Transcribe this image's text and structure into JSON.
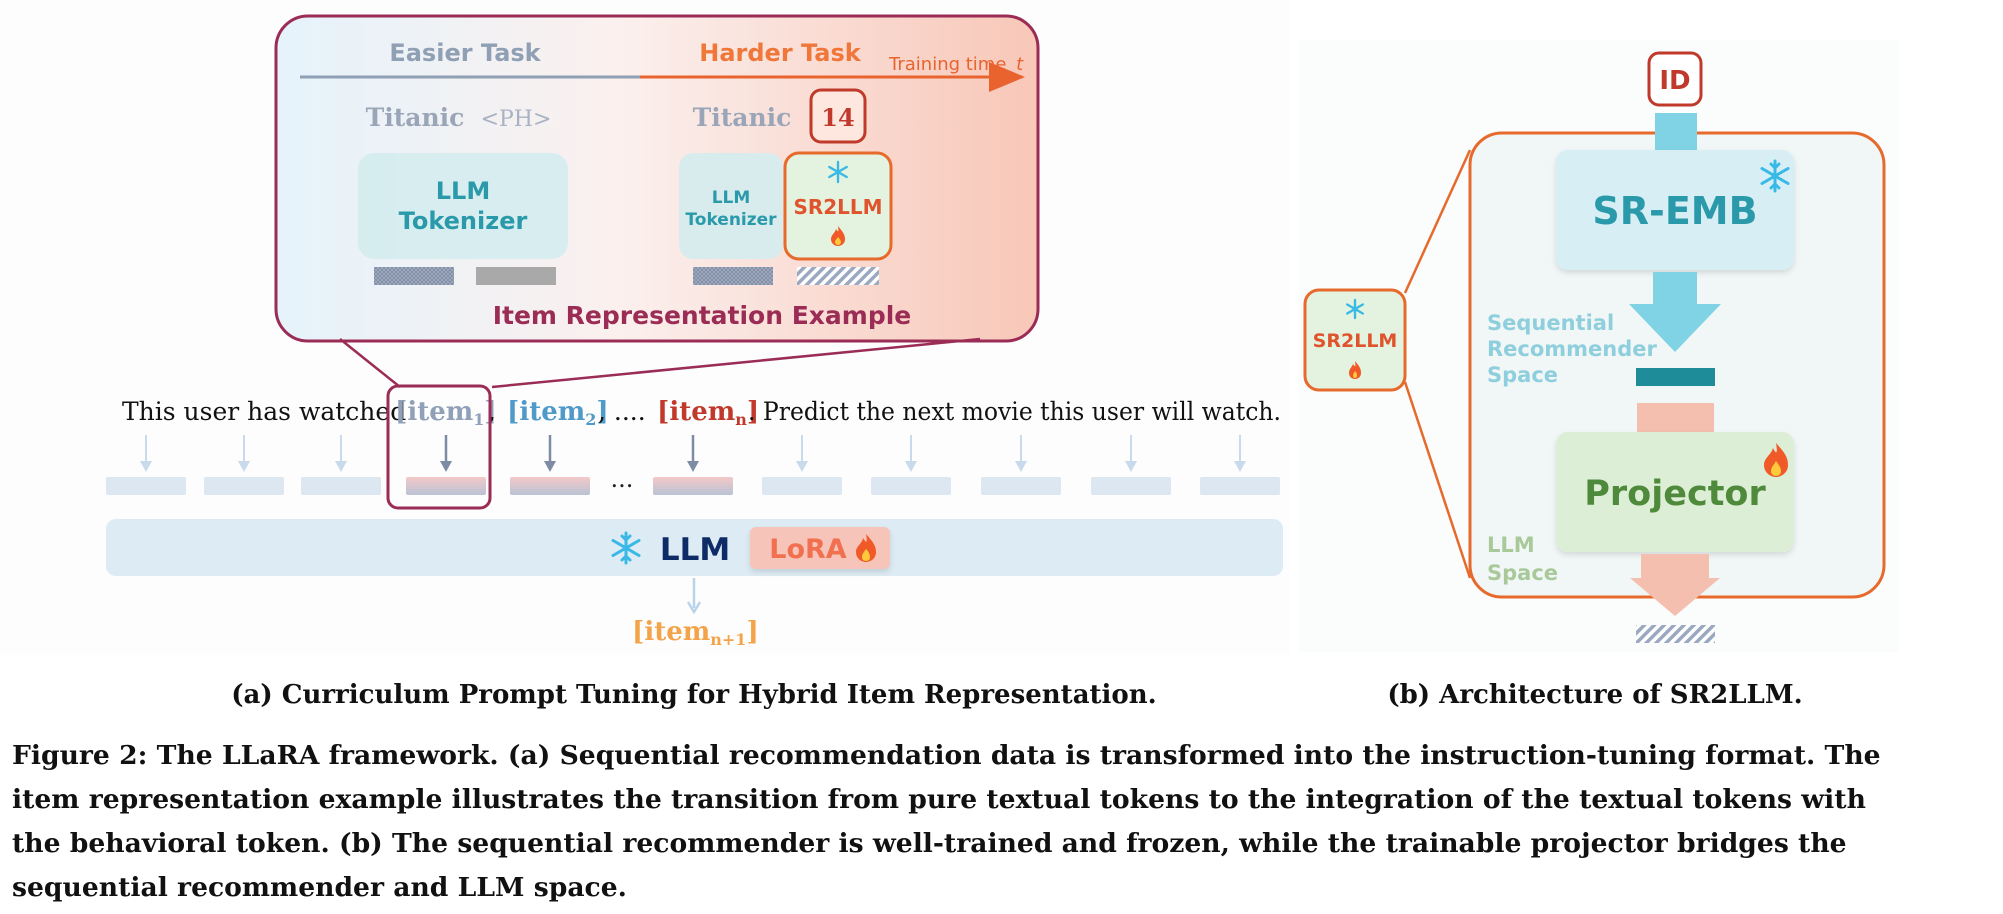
{
  "panel_a": {
    "easier_task": "Easier Task",
    "harder_task": "Harder Task",
    "training_time": "Training time",
    "training_time_var": "t",
    "titanic_left": "Titanic",
    "placeholder": "<PH>",
    "titanic_right": "Titanic",
    "id_value": "14",
    "llm_tokenizer_big_line1": "LLM",
    "llm_tokenizer_big_line2": "Tokenizer",
    "llm_tokenizer_small_line1": "LLM",
    "llm_tokenizer_small_line2": "Tokenizer",
    "sr2llm_label": "SR2LLM",
    "example_title": "Item Representation Example",
    "prompt_prefix": "This user has watched ",
    "item_word": "item",
    "sub_1": "1",
    "sub_2": "2",
    "sub_n": "n",
    "sub_next": "n+1",
    "prompt_ellipsis": ", .... ",
    "prompt_suffix": ". Predict the next movie this user will watch.",
    "token_ellipsis": "...",
    "llm_label": "LLM",
    "lora_label": "LoRA",
    "caption": "(a) Curriculum Prompt Tuning for Hybrid Item Representation."
  },
  "panel_b": {
    "id_label": "ID",
    "sr2llm_label": "SR2LLM",
    "sr_emb_label": "SR-EMB",
    "seq_space_line1": "Sequential",
    "seq_space_line2": "Recommender",
    "seq_space_line3": "Space",
    "projector_label": "Projector",
    "llm_space_line1": "LLM",
    "llm_space_line2": "Space",
    "caption": "(b) Architecture of SR2LLM."
  },
  "figure_caption": {
    "line1": "Figure 2: The LLaRA framework. (a) Sequential recommendation data is transformed into the instruction-tuning format. The",
    "line2": "item representation example illustrates the transition from pure textual tokens to the integration of the textual tokens with",
    "line3": "the behavioral token. (b) The sequential recommender is well-trained and frozen, while the trainable projector bridges the",
    "line4": "sequential recommender and LLM space."
  },
  "icons": {
    "frozen": "snowflake-icon",
    "trainable": "fire-icon"
  },
  "colors": {
    "easier": "#8f9fb4",
    "harder": "#f0773a",
    "maroon": "#9b2c55",
    "teal": "#2a9aab",
    "dark_red": "#c0392b",
    "orange_border": "#e66a2c",
    "projector_green": "#4f8a3c",
    "llm_navy": "#0d2b66",
    "lora_text": "#f07050",
    "seq_space_text": "#8fcfdd",
    "llm_space_text": "#a9c99a",
    "item_next": "#f3a44a"
  }
}
